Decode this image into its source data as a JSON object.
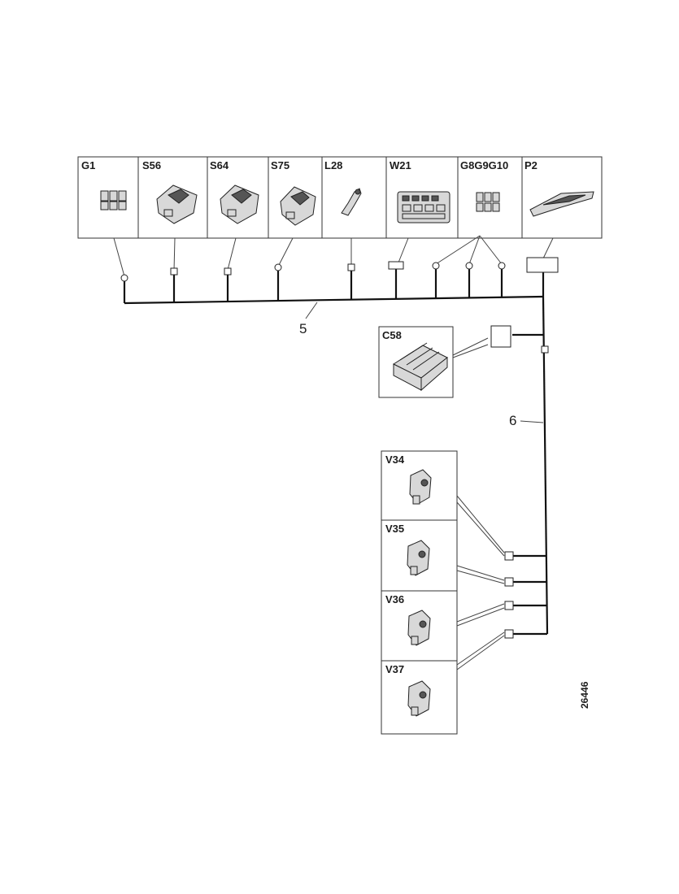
{
  "components_top": [
    {
      "id": "G1",
      "label": "G1"
    },
    {
      "id": "S56",
      "label": "S56"
    },
    {
      "id": "S64",
      "label": "S64"
    },
    {
      "id": "S75",
      "label": "S75"
    },
    {
      "id": "L28",
      "label": "L28"
    },
    {
      "id": "W21",
      "label": "W21"
    },
    {
      "id": "G8G9G10",
      "label": "G8G9G10"
    },
    {
      "id": "P2",
      "label": "P2"
    }
  ],
  "component_middle": {
    "id": "C58",
    "label": "C58"
  },
  "components_right": [
    {
      "id": "V34",
      "label": "V34"
    },
    {
      "id": "V35",
      "label": "V35"
    },
    {
      "id": "V36",
      "label": "V36"
    },
    {
      "id": "V37",
      "label": "V37"
    }
  ],
  "harness_labels": {
    "harness_5": "5",
    "harness_6": "6"
  },
  "figure_number": "26446"
}
